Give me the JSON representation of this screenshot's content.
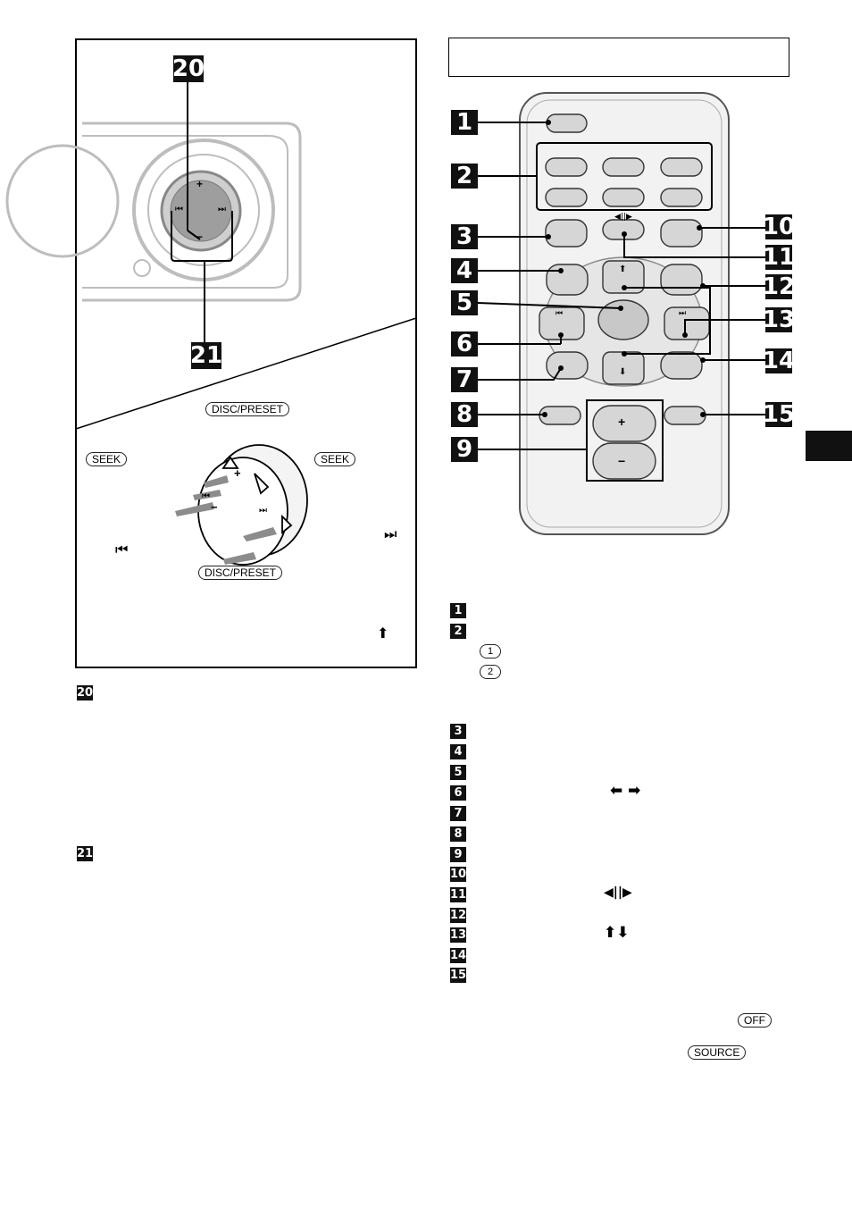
{
  "left_panel": {
    "callouts": [
      "20",
      "21"
    ],
    "labels": {
      "disc_preset_top": "DISC/PRESET",
      "disc_preset_bottom": "DISC/PRESET",
      "seek_left": "SEEK",
      "seek_right": "SEEK"
    },
    "symbols": {
      "prev": "⏮",
      "next": "⏭",
      "up_arrow": "⬆"
    },
    "dial_glyphs": {
      "plus": "+",
      "minus": "−",
      "prev": "⏮",
      "next": "⏭"
    }
  },
  "remote": {
    "callouts_left": [
      "1",
      "2",
      "3",
      "4",
      "5",
      "6",
      "7",
      "8",
      "9"
    ],
    "callouts_right": [
      "10",
      "11",
      "12",
      "13",
      "14",
      "15"
    ],
    "glyphs": {
      "play_pause": "◀||▶",
      "up": "⬆",
      "down": "⬇",
      "prev": "⏮",
      "next": "⏭",
      "vol_plus": "+",
      "vol_minus": "−"
    }
  },
  "legend": {
    "numbers": [
      "1",
      "2",
      "3",
      "4",
      "5",
      "6",
      "7",
      "8",
      "9",
      "10",
      "11",
      "12",
      "13",
      "14",
      "15"
    ],
    "circled": [
      "1",
      "2"
    ],
    "symbols": {
      "row6": "⬅ ➡",
      "row11": "◀||▶",
      "row13": "⬆⬇"
    },
    "buttons": {
      "off": "OFF",
      "source": "SOURCE"
    }
  },
  "left_legend": {
    "numbers": [
      "20",
      "21"
    ]
  },
  "colors": {
    "button_fill": "#d6d6d6",
    "remote_body": "#f2f2f2",
    "badge": "#111111"
  }
}
